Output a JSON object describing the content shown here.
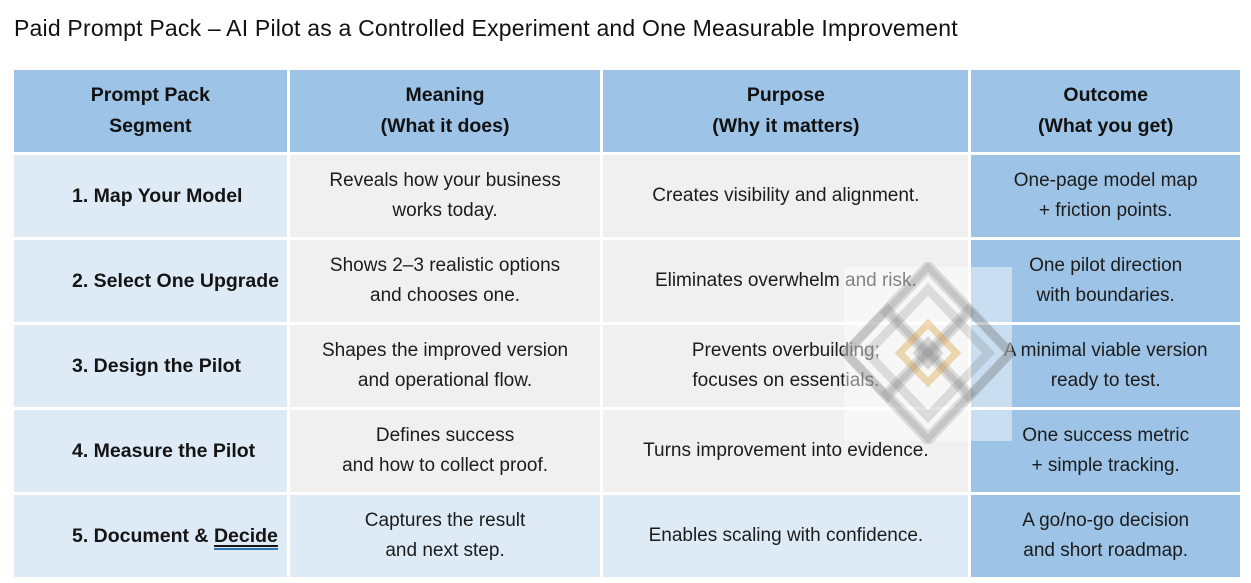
{
  "title": "Paid Prompt Pack – AI Pilot as a Controlled Experiment and One Measurable Improvement",
  "colors": {
    "header_blue": "#9dc3e6",
    "light_blue": "#deebf7",
    "row_gray": "#f0f0f0",
    "text_dark": "#1c1c1c",
    "link_blue": "#2e75b6",
    "watermark_gray": "#6e6e6e",
    "watermark_gold": "#d9a13b"
  },
  "table": {
    "columns": [
      {
        "lines": [
          "Prompt Pack",
          "Segment"
        ]
      },
      {
        "lines": [
          "Meaning",
          "(What it does)"
        ]
      },
      {
        "lines": [
          "Purpose",
          "(Why it matters)"
        ]
      },
      {
        "lines": [
          "Outcome",
          "(What you get)"
        ]
      }
    ],
    "rows": [
      {
        "segment": "1. Map Your Model",
        "meaning": [
          "Reveals how your business",
          "works today."
        ],
        "purpose": [
          "Creates visibility and alignment."
        ],
        "outcome": [
          "One-page model map",
          "+ friction points."
        ]
      },
      {
        "segment": "2. Select One Upgrade",
        "meaning": [
          "Shows 2–3 realistic options",
          "and chooses one."
        ],
        "purpose": [
          "Eliminates overwhelm and risk."
        ],
        "outcome": [
          "One pilot direction",
          "with boundaries."
        ]
      },
      {
        "segment": "3. Design the Pilot",
        "meaning": [
          "Shapes the improved version",
          "and operational flow."
        ],
        "purpose": [
          "Prevents overbuilding;",
          "focuses on essentials."
        ],
        "outcome": [
          "A minimal viable version",
          "ready to test."
        ]
      },
      {
        "segment": "4. Measure the Pilot",
        "meaning": [
          "Defines success",
          "and how to collect proof."
        ],
        "purpose": [
          "Turns improvement into evidence."
        ],
        "outcome": [
          "One success metric",
          "+ simple tracking."
        ]
      },
      {
        "segment_prefix": "5. Document & ",
        "segment_link": "Decide",
        "meaning": [
          "Captures the result",
          "and next step."
        ],
        "purpose": [
          "Enables scaling with confidence."
        ],
        "outcome": [
          "A go/no-go decision",
          "and short roadmap."
        ]
      }
    ]
  },
  "watermark": {
    "name": "interlocking-diamond-logo"
  }
}
